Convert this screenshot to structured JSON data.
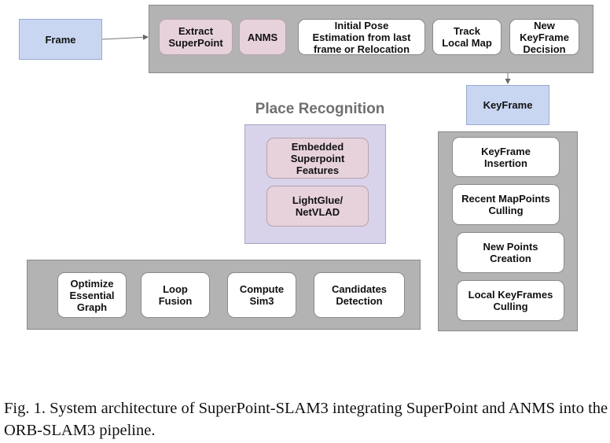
{
  "diagram": {
    "frame": "Frame",
    "tracking": {
      "steps": [
        "Extract\nSuperPoint",
        "ANMS",
        "Initial Pose\nEstimation from last\nframe or Relocation",
        "Track\nLocal Map",
        "New\nKeyFrame\nDecision"
      ]
    },
    "keyframe": "KeyFrame",
    "place_recognition": {
      "title": "Place Recognition",
      "items": [
        "Embedded\nSuperpoint\nFeatures",
        "LightGlue/\nNetVLAD"
      ]
    },
    "local_mapping": {
      "items": [
        "KeyFrame\nInsertion",
        "Recent MapPoints\nCulling",
        "New Points\nCreation",
        "Local KeyFrames\nCulling"
      ]
    },
    "loop_closing": {
      "items": [
        "Optimize\nEssential\nGraph",
        "Loop\nFusion",
        "Compute\nSim3",
        "Candidates\nDetection"
      ]
    }
  },
  "caption": {
    "text": "Fig. 1.  System architecture of SuperPoint-SLAM3 integrating SuperPoint and ANMS into the ORB-SLAM3 pipeline."
  }
}
